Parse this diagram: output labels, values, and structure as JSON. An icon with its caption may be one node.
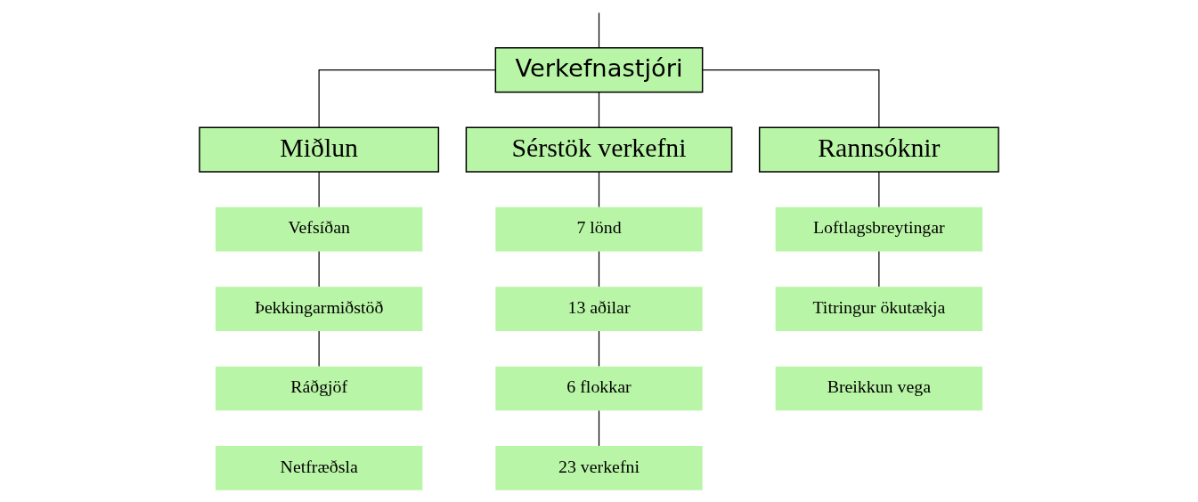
{
  "diagram": {
    "nodes": [
      {
        "text": [
          "Verkefnastjóri"
        ]
      },
      {
        "text": [
          "Miðlun"
        ]
      },
      {
        "text": [
          "Sérstök verkefni"
        ]
      },
      {
        "text": [
          "Rannsóknir"
        ]
      },
      {
        "text": [
          "Vefsíðan"
        ]
      },
      {
        "text": [
          "Þekkingarmiðstöð"
        ]
      },
      {
        "text": [
          "Ráðgjöf"
        ]
      },
      {
        "text": [
          "Netfræðsla"
        ]
      },
      {
        "text": [
          "7 lönd"
        ]
      },
      {
        "text": [
          "13 aðilar"
        ]
      },
      {
        "text": [
          "6 flokkar"
        ]
      },
      {
        "text": [
          "23 verkefni"
        ]
      },
      {
        "text": [
          "Loftlagsbreytingar"
        ]
      },
      {
        "text": [
          "Titringur ökutækja"
        ]
      },
      {
        "text": [
          "Breikkun vega"
        ]
      }
    ],
    "edges": [
      {
        "from": null,
        "to": 0,
        "arrow": "none"
      },
      {
        "from": 0,
        "to": 1,
        "arrow": "none"
      },
      {
        "from": 0,
        "to": 2,
        "arrow": "none"
      },
      {
        "from": 0,
        "to": 3,
        "arrow": "none"
      },
      {
        "from": 1,
        "to": 4,
        "arrow": "none"
      },
      {
        "from": 4,
        "to": 5,
        "arrow": "none"
      },
      {
        "from": 5,
        "to": 6,
        "arrow": "none"
      },
      {
        "from": 2,
        "to": 8,
        "arrow": "none"
      },
      {
        "from": 8,
        "to": 9,
        "arrow": "none"
      },
      {
        "from": 9,
        "to": 10,
        "arrow": "none"
      },
      {
        "from": 10,
        "to": 11,
        "arrow": "none"
      },
      {
        "from": 3,
        "to": 12,
        "arrow": "none"
      },
      {
        "from": 12,
        "to": 13,
        "arrow": "none"
      }
    ]
  }
}
